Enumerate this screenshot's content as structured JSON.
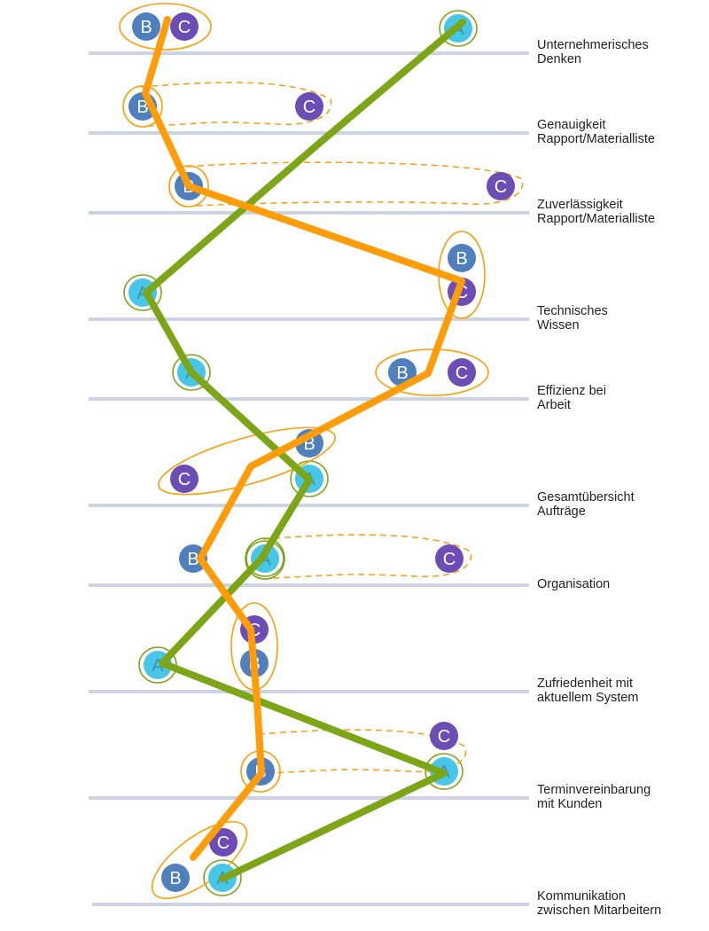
{
  "chart_data": {
    "type": "diagram",
    "rows": [
      {
        "label": "Unternehmerisches\nDenken",
        "positions": {
          "A": 517,
          "B": 165,
          "C": 208
        },
        "grouped": [
          "B",
          "C"
        ],
        "dashed": []
      },
      {
        "label": "Genauigkeit\nRapport/Materialliste",
        "positions": {
          "A": null,
          "B": 161,
          "C": 349
        },
        "grouped": [],
        "dashed": [
          "B",
          "C"
        ]
      },
      {
        "label": "Zuverlässigkeit\nRapport/Materialliste",
        "positions": {
          "A": null,
          "B": 213,
          "C": 565
        },
        "grouped": [],
        "dashed": [
          "B",
          "C"
        ]
      },
      {
        "label": "Technisches\nWissen",
        "positions": {
          "A": 161,
          "B": 521,
          "C": 521
        },
        "grouped": [
          "B",
          "C"
        ],
        "dashed": []
      },
      {
        "label": "Effizienz bei\nArbeit",
        "positions": {
          "A": 216,
          "B": 454,
          "C": 521
        },
        "grouped": [
          "B",
          "C"
        ],
        "dashed": []
      },
      {
        "label": "Gesamtübersicht\nAufträge",
        "positions": {
          "A": 349,
          "B": 349,
          "C": 208
        },
        "grouped": [
          "B",
          "C"
        ],
        "dashed": []
      },
      {
        "label": "Organisation",
        "positions": {
          "A": 299,
          "B": 218,
          "C": 507
        },
        "grouped": [],
        "dashed": [
          "A",
          "C"
        ]
      },
      {
        "label": "Zufriedenheit mit\naktuellem System",
        "positions": {
          "A": 178,
          "B": 287,
          "C": 287
        },
        "grouped": [
          "B",
          "C"
        ],
        "dashed": []
      },
      {
        "label": "Terminvereinbarung\nmit Kunden",
        "positions": {
          "A": 501,
          "B": 294,
          "C": 501
        },
        "grouped": [],
        "dashed": [
          "B",
          "C"
        ]
      },
      {
        "label": "Kommunikation\nzwischen Mitarbeitern",
        "positions": {
          "A": 251,
          "B": 198,
          "C": 252
        },
        "grouped": [
          "B",
          "C"
        ],
        "dashed": []
      }
    ],
    "series": [
      {
        "name": "A",
        "color": "#7ca618"
      },
      {
        "name": "B",
        "color": "#ff9c0a"
      }
    ]
  },
  "markers": {
    "A": {
      "label": "A",
      "fill": "#48c6e6"
    },
    "B": {
      "label": "B",
      "fill": "#4f80bd"
    },
    "C": {
      "label": "C",
      "fill": "#6c4db5"
    }
  },
  "colors": {
    "row_line": "#cdd3e0",
    "orange": "#ff9c0a",
    "green": "#7ca618"
  }
}
